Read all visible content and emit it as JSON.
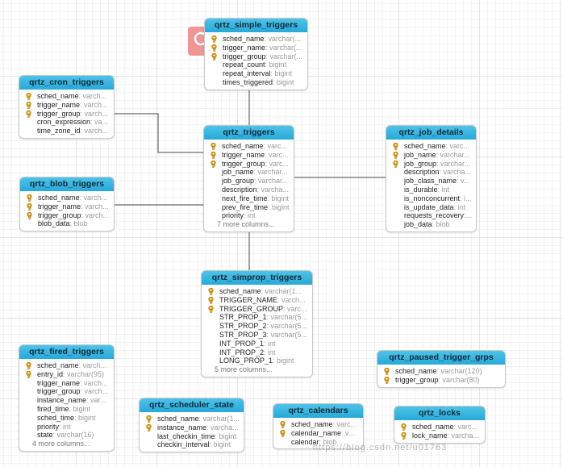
{
  "tables": [
    {
      "id": "simple",
      "name": "qrtz_simple_triggers",
      "columns": [
        {
          "name": "sched_name",
          "type": ": varchar(...",
          "key": true
        },
        {
          "name": "trigger_name",
          "type": ": varchar(...",
          "key": true
        },
        {
          "name": "trigger_group",
          "type": ": varchar(...",
          "key": true
        },
        {
          "name": "repeat_count",
          "type": ": bigint",
          "key": false
        },
        {
          "name": "repeat_interval",
          "type": ": bigint",
          "key": false
        },
        {
          "name": "times_triggered",
          "type": ": bigint",
          "key": false
        }
      ],
      "more": ""
    },
    {
      "id": "cron",
      "name": "qrtz_cron_triggers",
      "columns": [
        {
          "name": "sched_name",
          "type": ": varch...",
          "key": true
        },
        {
          "name": "trigger_name",
          "type": ": varch...",
          "key": true
        },
        {
          "name": "trigger_group",
          "type": ": varch...",
          "key": true
        },
        {
          "name": "cron_expression",
          "type": ": va...",
          "key": false
        },
        {
          "name": "time_zone_id",
          "type": ": varch...",
          "key": false
        }
      ],
      "more": ""
    },
    {
      "id": "triggers",
      "name": "qrtz_triggers",
      "columns": [
        {
          "name": "sched_name",
          "type": ": varc...",
          "key": true
        },
        {
          "name": "trigger_name",
          "type": ": varc...",
          "key": true
        },
        {
          "name": "trigger_group",
          "type": ": varc...",
          "key": true
        },
        {
          "name": "job_name",
          "type": ": varchar...",
          "key": false
        },
        {
          "name": "job_group",
          "type": ": varchar...",
          "key": false
        },
        {
          "name": "description",
          "type": ": varcha...",
          "key": false
        },
        {
          "name": "next_fire_time",
          "type": ": bigint",
          "key": false
        },
        {
          "name": "prev_fire_time",
          "type": ": bigint",
          "key": false
        },
        {
          "name": "priority",
          "type": ": int",
          "key": false
        }
      ],
      "more": "7 more columns..."
    },
    {
      "id": "job",
      "name": "qrtz_job_details",
      "columns": [
        {
          "name": "sched_name",
          "type": ": varc...",
          "key": true
        },
        {
          "name": "job_name",
          "type": ": varchar...",
          "key": true
        },
        {
          "name": "job_group",
          "type": ": varchar...",
          "key": true
        },
        {
          "name": "description",
          "type": ": varcha...",
          "key": false
        },
        {
          "name": "job_class_name",
          "type": ": v...",
          "key": false
        },
        {
          "name": "is_durable",
          "type": ": int",
          "key": false
        },
        {
          "name": "is_nonconcurrent",
          "type": ": i...",
          "key": false
        },
        {
          "name": "is_update_data",
          "type": ": int",
          "key": false
        },
        {
          "name": "requests_recovery",
          "type": ":...",
          "key": false
        },
        {
          "name": "job_data",
          "type": ": blob",
          "key": false
        }
      ],
      "more": ""
    },
    {
      "id": "blob",
      "name": "qrtz_blob_triggers",
      "columns": [
        {
          "name": "sched_name",
          "type": ": varch...",
          "key": true
        },
        {
          "name": "trigger_name",
          "type": ": varch...",
          "key": true
        },
        {
          "name": "trigger_group",
          "type": ": varch...",
          "key": true
        },
        {
          "name": "blob_data",
          "type": ": blob",
          "key": false
        }
      ],
      "more": ""
    },
    {
      "id": "simprop",
      "name": "qrtz_simprop_triggers",
      "columns": [
        {
          "name": "sched_name",
          "type": ": varchar(1...",
          "key": true
        },
        {
          "name": "TRIGGER_NAME",
          "type": ": varch...",
          "key": true
        },
        {
          "name": "TRIGGER_GROUP",
          "type": ": varc...",
          "key": true
        },
        {
          "name": "STR_PROP_1",
          "type": ": varchar(5...",
          "key": false
        },
        {
          "name": "STR_PROP_2",
          "type": ": varchar(5...",
          "key": false
        },
        {
          "name": "STR_PROP_3",
          "type": ": varchar(5...",
          "key": false
        },
        {
          "name": "INT_PROP_1",
          "type": ": int",
          "key": false
        },
        {
          "name": "INT_PROP_2",
          "type": ": int",
          "key": false
        },
        {
          "name": "LONG_PROP_1",
          "type": ": bigint",
          "key": false
        }
      ],
      "more": "5 more columns..."
    },
    {
      "id": "fired",
      "name": "qrtz_fired_triggers",
      "columns": [
        {
          "name": "sched_name",
          "type": ": varch...",
          "key": true
        },
        {
          "name": "entry_id",
          "type": ": varchar(95)",
          "key": true
        },
        {
          "name": "trigger_name",
          "type": ": varch...",
          "key": false
        },
        {
          "name": "trigger_group",
          "type": ": varch...",
          "key": false
        },
        {
          "name": "instance_name",
          "type": ": var...",
          "key": false
        },
        {
          "name": "fired_time",
          "type": ": bigint",
          "key": false
        },
        {
          "name": "sched_time",
          "type": ": bigint",
          "key": false
        },
        {
          "name": "priority",
          "type": ": int",
          "key": false
        },
        {
          "name": "state",
          "type": ": varchar(16)",
          "key": false
        }
      ],
      "more": "4 more columns..."
    },
    {
      "id": "scheduler",
      "name": "qrtz_scheduler_state",
      "columns": [
        {
          "name": "sched_name",
          "type": ": varchar(1...",
          "key": true
        },
        {
          "name": "instance_name",
          "type": ": varcha...",
          "key": true
        },
        {
          "name": "last_checkin_time",
          "type": ": bigint",
          "key": false
        },
        {
          "name": "checkin_interval",
          "type": ": bigint",
          "key": false
        }
      ],
      "more": ""
    },
    {
      "id": "calendars",
      "name": "qrtz_calendars",
      "columns": [
        {
          "name": "sched_name",
          "type": ": varc...",
          "key": true
        },
        {
          "name": "calendar_name",
          "type": ": v...",
          "key": true
        },
        {
          "name": "calendar",
          "type": ": blob",
          "key": false
        }
      ],
      "more": ""
    },
    {
      "id": "paused",
      "name": "qrtz_paused_trigger_grps",
      "columns": [
        {
          "name": "sched_name",
          "type": ": varchar(120)",
          "key": true
        },
        {
          "name": "trigger_group",
          "type": ": varchar(80)",
          "key": true
        }
      ],
      "more": ""
    },
    {
      "id": "locks",
      "name": "qrtz_locks",
      "columns": [
        {
          "name": "sched_name",
          "type": ": varc...",
          "key": true
        },
        {
          "name": "lock_name",
          "type": ": varcha...",
          "key": true
        }
      ],
      "more": ""
    }
  ],
  "colors": {
    "header": "#27a9d8",
    "key": "#e3a51c",
    "connector": "#444444",
    "search_badge": "#f08a8a"
  },
  "icons": {
    "key": "key-icon",
    "search": "search-icon"
  },
  "watermark": "https://blog.csdn.net/u01763"
}
